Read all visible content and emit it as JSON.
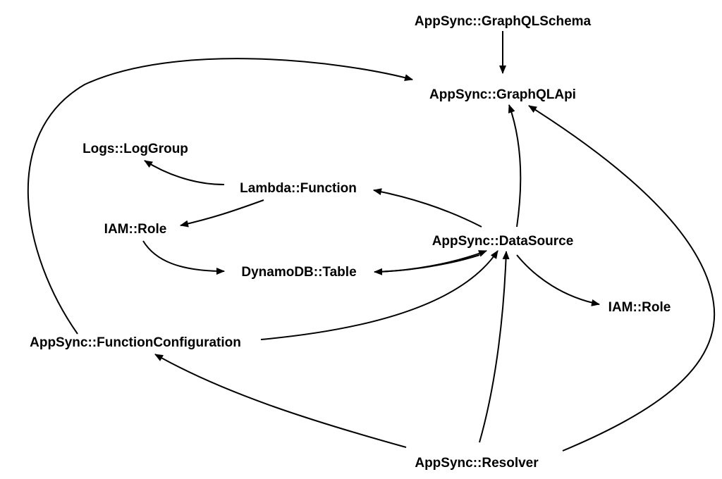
{
  "diagram": {
    "nodes": {
      "graphql_schema": "AppSync::GraphQLSchema",
      "graphql_api": "AppSync::GraphQLApi",
      "log_group": "Logs::LogGroup",
      "lambda_function": "Lambda::Function",
      "iam_role_left": "IAM::Role",
      "data_source": "AppSync::DataSource",
      "dynamodb_table": "DynamoDB::Table",
      "iam_role_right": "IAM::Role",
      "function_configuration": "AppSync::FunctionConfiguration",
      "resolver": "AppSync::Resolver"
    },
    "edges": [
      {
        "from": "AppSync::GraphQLSchema",
        "to": "AppSync::GraphQLApi"
      },
      {
        "from": "AppSync::FunctionConfiguration",
        "to": "AppSync::GraphQLApi"
      },
      {
        "from": "AppSync::DataSource",
        "to": "AppSync::GraphQLApi"
      },
      {
        "from": "AppSync::Resolver",
        "to": "AppSync::GraphQLApi"
      },
      {
        "from": "Lambda::Function",
        "to": "Logs::LogGroup"
      },
      {
        "from": "Lambda::Function",
        "to": "IAM::Role"
      },
      {
        "from": "IAM::Role",
        "to": "DynamoDB::Table"
      },
      {
        "from": "AppSync::DataSource",
        "to": "Lambda::Function"
      },
      {
        "from": "AppSync::DataSource",
        "to": "DynamoDB::Table"
      },
      {
        "from": "AppSync::DataSource",
        "to": "IAM::Role"
      },
      {
        "from": "AppSync::FunctionConfiguration",
        "to": "AppSync::DataSource"
      },
      {
        "from": "AppSync::Resolver",
        "to": "AppSync::FunctionConfiguration"
      },
      {
        "from": "AppSync::Resolver",
        "to": "AppSync::DataSource"
      }
    ]
  }
}
